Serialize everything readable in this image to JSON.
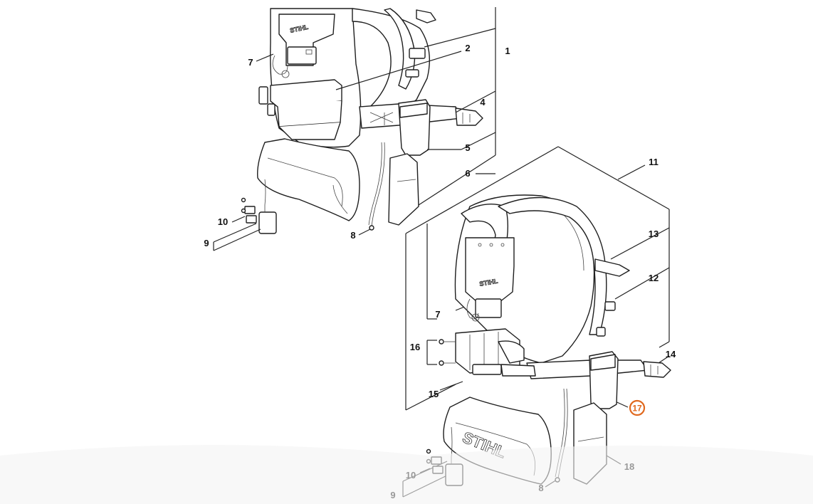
{
  "callouts_top": {
    "c1": "1",
    "c2": "2",
    "c4": "4",
    "c5": "5",
    "c6": "6",
    "c7": "7",
    "c8": "8",
    "c9": "9",
    "c10": "10"
  },
  "callouts_bottom": {
    "c11": "11",
    "c12": "12",
    "c13": "13",
    "c14": "14",
    "c15": "15",
    "c16": "16",
    "c17": "17",
    "c18": "18",
    "c7": "7",
    "c8": "8",
    "c9": "9",
    "c10": "10"
  },
  "highlight": {
    "label": "17",
    "color": "#e0691f"
  },
  "brand": {
    "text": "STIHL"
  }
}
